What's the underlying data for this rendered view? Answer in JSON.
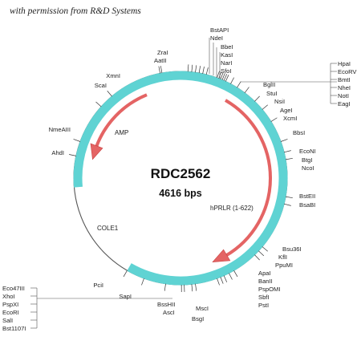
{
  "permission_note": "with permission from R&D Systems",
  "plasmid": {
    "name": "RDC2562",
    "size": "4616 bps"
  },
  "features": [
    {
      "label": "AMP",
      "kind": "arrow",
      "color": "#e46464"
    },
    {
      "label": "hPRLR (1-622)",
      "kind": "arrow",
      "color": "#e46464"
    },
    {
      "label": "COLE1",
      "kind": "block",
      "color": "#5fd3d3"
    }
  ],
  "sites": {
    "top_center": [
      "BstAPI",
      "NdeI",
      "BbeI",
      "KasI",
      "NarI",
      "SfoI"
    ],
    "top_left": [
      "ZraI",
      "AatII"
    ],
    "top_right": [
      "HpaI",
      "EcoRV",
      "BmtI",
      "NheI",
      "NotI",
      "EagI"
    ],
    "right": [
      "BglII",
      "StuI",
      "NsiI",
      "AgeI",
      "XcmI",
      "BbsI",
      "EcoNI",
      "BtgI",
      "NcoI",
      "BstEII",
      "BsaBI",
      "Bsu36I",
      "KflI",
      "PpuMI",
      "ApaI",
      "BanII",
      "PspOMI",
      "SbfI",
      "PstI"
    ],
    "left": [
      "XmnI",
      "ScaI",
      "NmeAIII",
      "AhdI",
      "PciI",
      "SapI"
    ],
    "bottom_left": [
      "Eco47III",
      "XhoI",
      "PspXI",
      "EcoRI",
      "SalI",
      "Bst1107I"
    ],
    "bottom": [
      "BssHII",
      "AscI",
      "MscI",
      "BsgI"
    ]
  }
}
